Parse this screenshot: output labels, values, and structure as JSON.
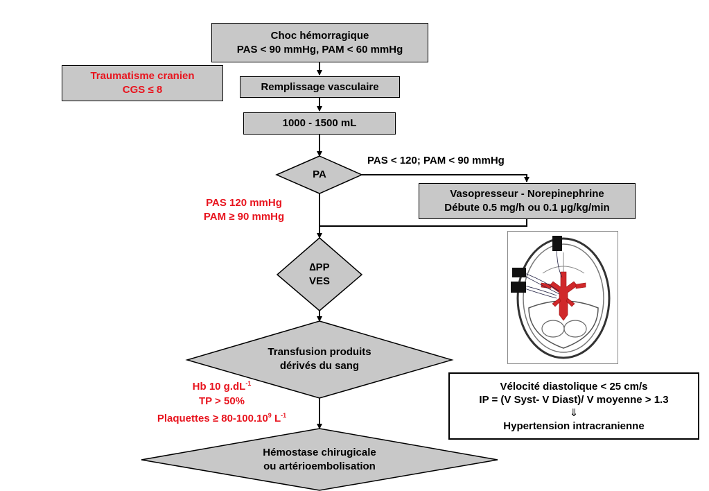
{
  "nodes": {
    "choc": {
      "line1": "Choc hémorragique",
      "line2": "PAS < 90 mmHg, PAM < 60 mmHg"
    },
    "trauma": {
      "line1": "Traumatisme cranien",
      "line2": "CGS ≤ 8"
    },
    "remplissage": "Remplissage vasculaire",
    "volume": "1000 - 1500 mL",
    "pa": "PA",
    "pa_branch_label": "PAS < 120; PAM < 90 mmHg",
    "vaso": {
      "line1": "Vasopresseur - Norepinephrine",
      "line2": "Débute 0.5 mg/h ou 0.1 μg/kg/min"
    },
    "pa_target": {
      "line1": "PAS 120 mmHg",
      "line2": "PAM ≥ 90 mmHg"
    },
    "dpp": {
      "line1": "∆PP",
      "line2": "VES"
    },
    "transfusion": {
      "line1": "Transfusion produits",
      "line2": "dérivés du sang"
    },
    "transfusion_targets": {
      "hb": "Hb 10 g.dL",
      "hb_sup": "-1",
      "tp": "TP > 50%",
      "plaquettes": "Plaquettes ≥ 80-100.10",
      "plaq_sup": "9",
      "plaq_unit": " L",
      "plaq_unit_sup": "-1"
    },
    "hemostase": {
      "line1": "Hémostase chirugicale",
      "line2": "ou artérioembolisation"
    },
    "doppler": {
      "line1": "Vélocité diastolique < 25 cm/s",
      "line2": "IP = (V Syst- V Diast)/ V moyenne > 1.3",
      "arrow": "⇓",
      "line3": "Hypertension intracranienne"
    }
  },
  "colors": {
    "box_fill": "#c8c8c8",
    "accent_red": "#e8141e"
  }
}
